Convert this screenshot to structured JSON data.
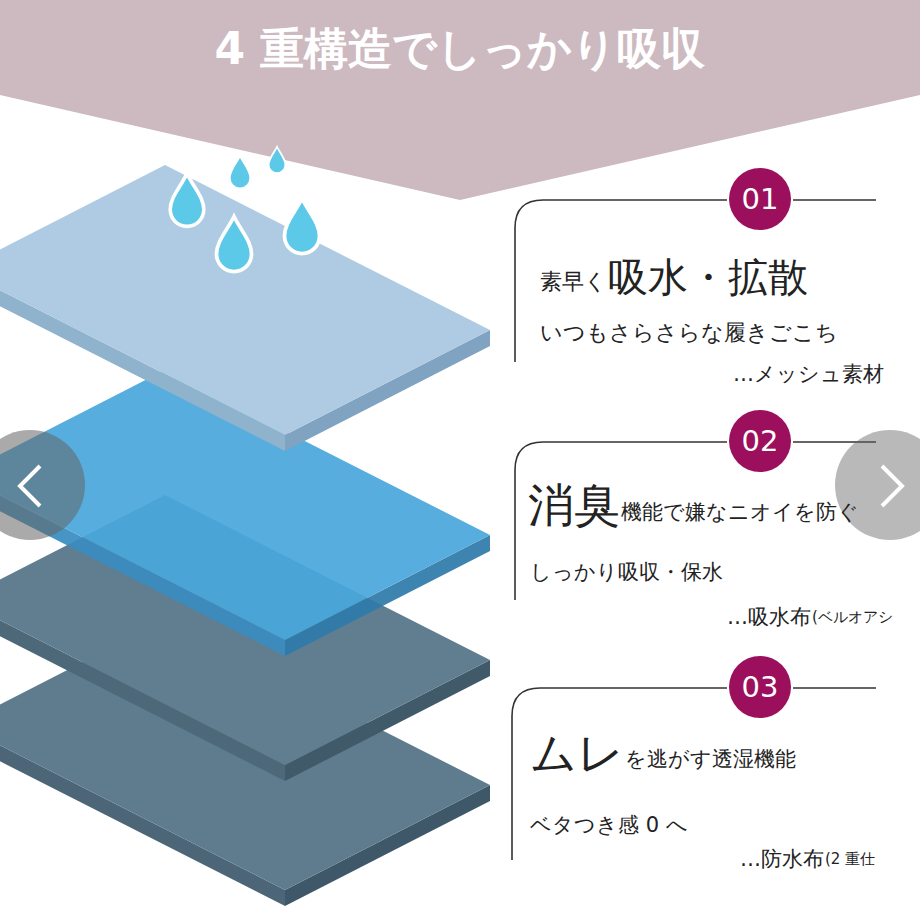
{
  "diagram": {
    "title": "4 重構造でしっかり吸収",
    "nodes": [
      {
        "text": [
          "01"
        ]
      },
      {
        "text": [
          "02"
        ]
      },
      {
        "text": [
          "03"
        ]
      }
    ],
    "labels": [
      "素早く",
      "吸水・拡散",
      "いつもさらさらな履きごこち",
      "…メッシュ素材",
      "消臭",
      "機能で嫌なニオイを防ぐ",
      "しっかり吸収・保水",
      "…吸水布",
      "(ベルオアシ",
      "ムレ",
      "を逃がす透湿機能",
      "ベタつき感 0 へ",
      "…防水布",
      "(2 重仕"
    ]
  }
}
